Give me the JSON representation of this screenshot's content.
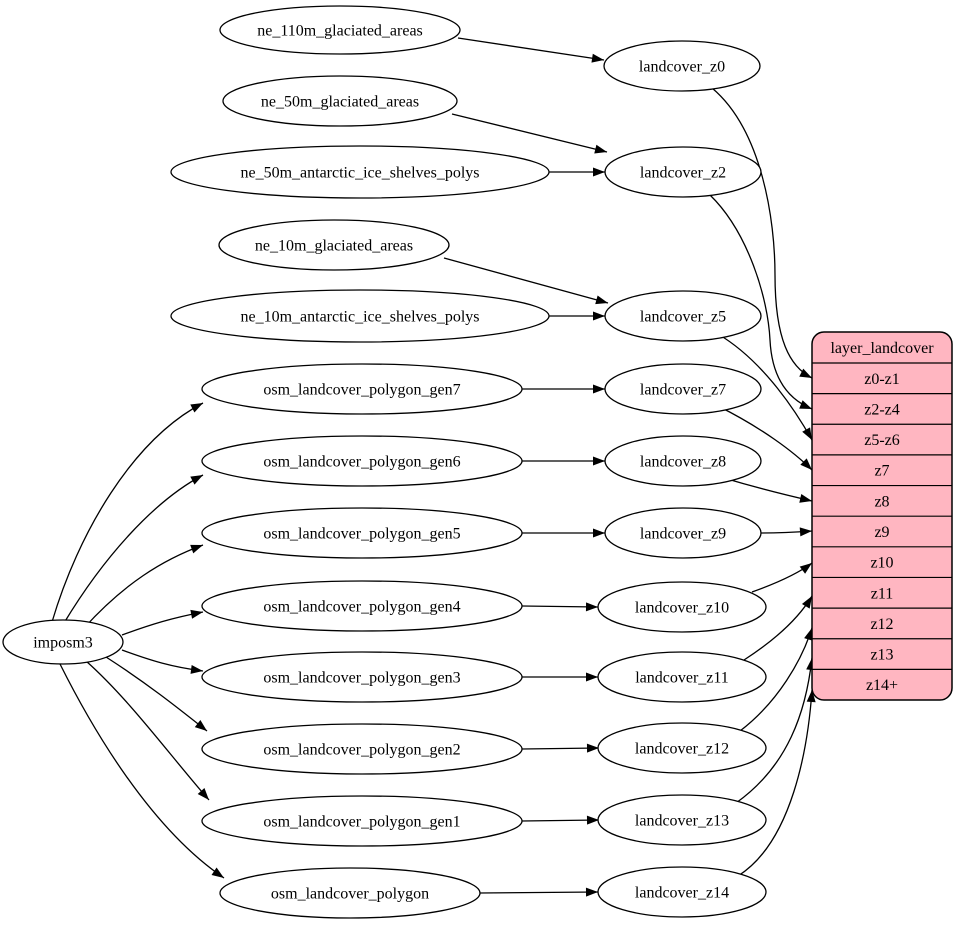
{
  "diagram": {
    "background": "#ffffff",
    "stroke_color": "#000000",
    "node_fill": "#ffffff",
    "table_fill": "#ffb6c1"
  },
  "nodes": [
    {
      "id": "imposm3",
      "label": "imposm3"
    },
    {
      "id": "ne_110m_glaciated_areas",
      "label": "ne_110m_glaciated_areas"
    },
    {
      "id": "ne_50m_glaciated_areas",
      "label": "ne_50m_glaciated_areas"
    },
    {
      "id": "ne_50m_antarctic_ice_shelves_polys",
      "label": "ne_50m_antarctic_ice_shelves_polys"
    },
    {
      "id": "ne_10m_glaciated_areas",
      "label": "ne_10m_glaciated_areas"
    },
    {
      "id": "ne_10m_antarctic_ice_shelves_polys",
      "label": "ne_10m_antarctic_ice_shelves_polys"
    },
    {
      "id": "osm_landcover_polygon_gen7",
      "label": "osm_landcover_polygon_gen7"
    },
    {
      "id": "osm_landcover_polygon_gen6",
      "label": "osm_landcover_polygon_gen6"
    },
    {
      "id": "osm_landcover_polygon_gen5",
      "label": "osm_landcover_polygon_gen5"
    },
    {
      "id": "osm_landcover_polygon_gen4",
      "label": "osm_landcover_polygon_gen4"
    },
    {
      "id": "osm_landcover_polygon_gen3",
      "label": "osm_landcover_polygon_gen3"
    },
    {
      "id": "osm_landcover_polygon_gen2",
      "label": "osm_landcover_polygon_gen2"
    },
    {
      "id": "osm_landcover_polygon_gen1",
      "label": "osm_landcover_polygon_gen1"
    },
    {
      "id": "osm_landcover_polygon",
      "label": "osm_landcover_polygon"
    },
    {
      "id": "landcover_z0",
      "label": "landcover_z0"
    },
    {
      "id": "landcover_z2",
      "label": "landcover_z2"
    },
    {
      "id": "landcover_z5",
      "label": "landcover_z5"
    },
    {
      "id": "landcover_z7",
      "label": "landcover_z7"
    },
    {
      "id": "landcover_z8",
      "label": "landcover_z8"
    },
    {
      "id": "landcover_z9",
      "label": "landcover_z9"
    },
    {
      "id": "landcover_z10",
      "label": "landcover_z10"
    },
    {
      "id": "landcover_z11",
      "label": "landcover_z11"
    },
    {
      "id": "landcover_z12",
      "label": "landcover_z12"
    },
    {
      "id": "landcover_z13",
      "label": "landcover_z13"
    },
    {
      "id": "landcover_z14",
      "label": "landcover_z14"
    }
  ],
  "table": {
    "id": "layer_landcover",
    "title": "layer_landcover",
    "fill": "#ffb6c1",
    "rows": [
      "z0-z1",
      "z2-z4",
      "z5-z6",
      "z7",
      "z8",
      "z9",
      "z10",
      "z11",
      "z12",
      "z13",
      "z14+"
    ]
  },
  "edges": [
    {
      "from": "imposm3",
      "to": "osm_landcover_polygon_gen7"
    },
    {
      "from": "imposm3",
      "to": "osm_landcover_polygon_gen6"
    },
    {
      "from": "imposm3",
      "to": "osm_landcover_polygon_gen5"
    },
    {
      "from": "imposm3",
      "to": "osm_landcover_polygon_gen4"
    },
    {
      "from": "imposm3",
      "to": "osm_landcover_polygon_gen3"
    },
    {
      "from": "imposm3",
      "to": "osm_landcover_polygon_gen2"
    },
    {
      "from": "imposm3",
      "to": "osm_landcover_polygon_gen1"
    },
    {
      "from": "imposm3",
      "to": "osm_landcover_polygon"
    },
    {
      "from": "ne_110m_glaciated_areas",
      "to": "landcover_z0"
    },
    {
      "from": "ne_50m_glaciated_areas",
      "to": "landcover_z2"
    },
    {
      "from": "ne_50m_antarctic_ice_shelves_polys",
      "to": "landcover_z2"
    },
    {
      "from": "ne_10m_glaciated_areas",
      "to": "landcover_z5"
    },
    {
      "from": "ne_10m_antarctic_ice_shelves_polys",
      "to": "landcover_z5"
    },
    {
      "from": "osm_landcover_polygon_gen7",
      "to": "landcover_z7"
    },
    {
      "from": "osm_landcover_polygon_gen6",
      "to": "landcover_z8"
    },
    {
      "from": "osm_landcover_polygon_gen5",
      "to": "landcover_z9"
    },
    {
      "from": "osm_landcover_polygon_gen4",
      "to": "landcover_z10"
    },
    {
      "from": "osm_landcover_polygon_gen3",
      "to": "landcover_z11"
    },
    {
      "from": "osm_landcover_polygon_gen2",
      "to": "landcover_z12"
    },
    {
      "from": "osm_landcover_polygon_gen1",
      "to": "landcover_z13"
    },
    {
      "from": "osm_landcover_polygon",
      "to": "landcover_z14"
    },
    {
      "from": "landcover_z0",
      "to": "layer_landcover",
      "row": "z0-z1"
    },
    {
      "from": "landcover_z2",
      "to": "layer_landcover",
      "row": "z2-z4"
    },
    {
      "from": "landcover_z5",
      "to": "layer_landcover",
      "row": "z5-z6"
    },
    {
      "from": "landcover_z7",
      "to": "layer_landcover",
      "row": "z7"
    },
    {
      "from": "landcover_z8",
      "to": "layer_landcover",
      "row": "z8"
    },
    {
      "from": "landcover_z9",
      "to": "layer_landcover",
      "row": "z9"
    },
    {
      "from": "landcover_z10",
      "to": "layer_landcover",
      "row": "z10"
    },
    {
      "from": "landcover_z11",
      "to": "layer_landcover",
      "row": "z11"
    },
    {
      "from": "landcover_z12",
      "to": "layer_landcover",
      "row": "z12"
    },
    {
      "from": "landcover_z13",
      "to": "layer_landcover",
      "row": "z13"
    },
    {
      "from": "landcover_z14",
      "to": "layer_landcover",
      "row": "z14+"
    }
  ]
}
